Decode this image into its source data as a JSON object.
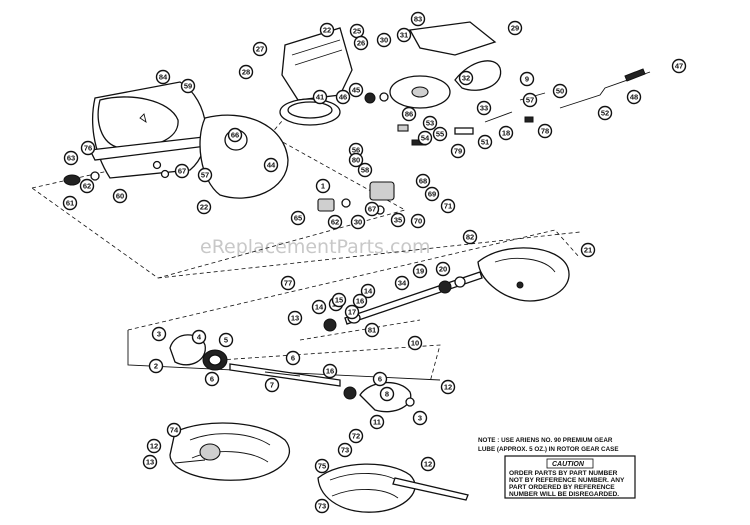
{
  "watermark": "eReplacementParts.com",
  "note": {
    "line1": "NOTE : USE ARIENS NO. 90 PREMIUM GEAR",
    "line2": "LUBE (APPROX. 5 OZ.) IN ROTOR GEAR CASE"
  },
  "caution": {
    "title": "CAUTION",
    "line1": "ORDER PARTS BY PART NUMBER",
    "line2": "NOT BY REFERENCE NUMBER. ANY",
    "line3": "PART ORDERED BY REFERENCE",
    "line4": "NUMBER WILL BE DISREGARDED."
  },
  "callouts": [
    "83",
    "29",
    "22",
    "25",
    "26",
    "30",
    "31",
    "27",
    "28",
    "9",
    "32",
    "47",
    "84",
    "59",
    "45",
    "46",
    "41",
    "86",
    "33",
    "50",
    "57",
    "48",
    "52",
    "53",
    "54",
    "55",
    "56",
    "80",
    "79",
    "51",
    "18",
    "78",
    "66",
    "76",
    "63",
    "67",
    "57",
    "44",
    "58",
    "62",
    "61",
    "60",
    "22",
    "1",
    "68",
    "69",
    "65",
    "62",
    "30",
    "67",
    "35",
    "70",
    "71",
    "82",
    "21",
    "77",
    "34",
    "19",
    "20",
    "14",
    "13",
    "15",
    "16",
    "17",
    "81",
    "14",
    "15",
    "3",
    "4",
    "5",
    "10",
    "2",
    "6",
    "6",
    "7",
    "16",
    "6",
    "12",
    "8",
    "3",
    "11",
    "74",
    "12",
    "13",
    "72",
    "73",
    "75",
    "12",
    "73"
  ]
}
